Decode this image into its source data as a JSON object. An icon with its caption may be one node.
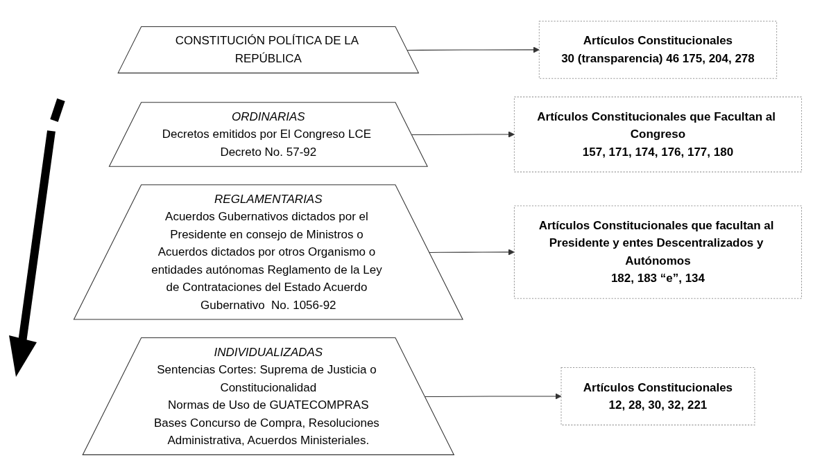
{
  "diagram": {
    "nodes": [
      {
        "text": [
          "CONSTITUCIÓN POLÍTICA DE LA REPÚBLICA"
        ]
      },
      {
        "text": [
          "ORDINARIAS",
          "Decretos emitidos por El Congreso LCE Decreto No. 57-92"
        ]
      },
      {
        "text": [
          "REGLAMENTARIAS",
          "Acuerdos Gubernativos dictados por el Presidente en consejo de Ministros o Acuerdos dictados por otros Organismo o entidades autónomas Reglamento de la Ley de Contrataciones del Estado Acuerdo Gubernativo  No. 1056-92"
        ]
      },
      {
        "text": [
          "INDIVIDUALIZADAS",
          "Sentencias Cortes: Suprema de Justicia o Constitucionalidad",
          "Normas de Uso de GUATECOMPRAS",
          "Bases Concurso de Compra, Resoluciones Administrativa, Acuerdos Ministeriales."
        ]
      },
      {
        "text": [
          "Artículos Constitucionales",
          "30 (transparencia) 46 175, 204, 278"
        ]
      },
      {
        "text": [
          "Artículos Constitucionales que Facultan al Congreso",
          "157, 171, 174, 176, 177, 180"
        ]
      },
      {
        "text": [
          "Artículos Constitucionales que facultan al Presidente y entes Descentralizados y Autónomos",
          "182, 183 “e”, 134"
        ]
      },
      {
        "text": [
          "Artículos Constitucionales",
          "12, 28, 30, 32, 221"
        ]
      }
    ],
    "edges": [
      {
        "from": 0,
        "to": 4,
        "arrow": "to"
      },
      {
        "from": 1,
        "to": 5,
        "arrow": "to"
      },
      {
        "from": 2,
        "to": 6,
        "arrow": "to"
      },
      {
        "from": 3,
        "to": 7,
        "arrow": "to"
      }
    ]
  }
}
